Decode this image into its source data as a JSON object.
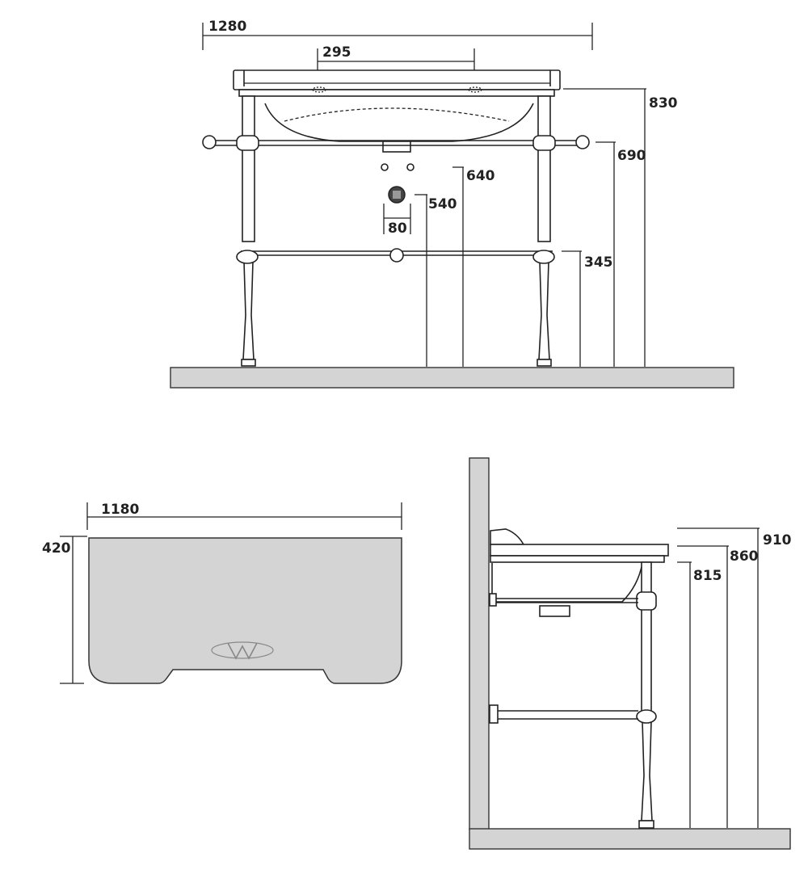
{
  "front_view": {
    "dimensions": {
      "overall_width": "1280",
      "tap_spacing": "295",
      "top_height": "830",
      "rail_height": "690",
      "upper_pipe_height": "640",
      "waste_height": "540",
      "waste_width": "80",
      "lower_bar_height": "345"
    }
  },
  "top_view": {
    "dimensions": {
      "width": "1180",
      "depth": "420"
    },
    "logo_icon": "w-monogram-logo"
  },
  "side_view": {
    "dimensions": {
      "splash_height": "910",
      "rim_height": "860",
      "basin_height": "815"
    }
  }
}
